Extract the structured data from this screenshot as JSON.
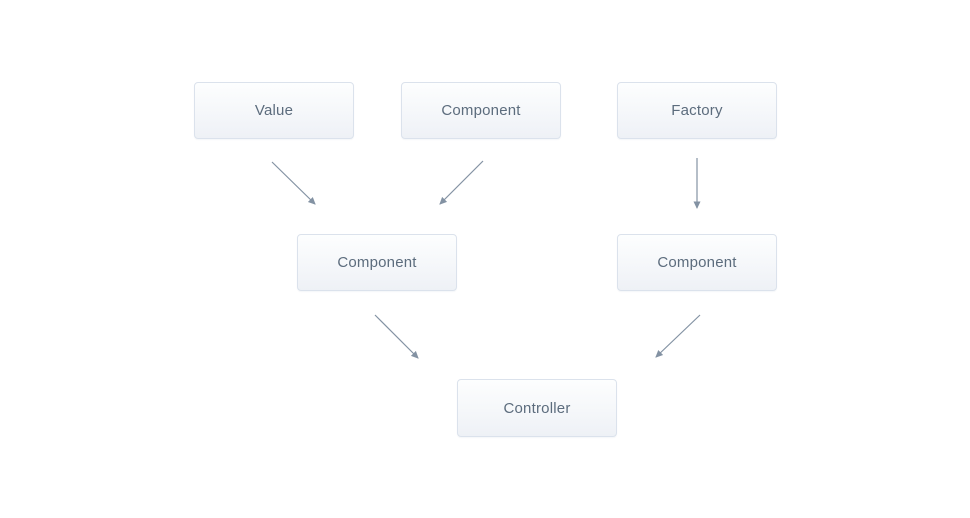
{
  "diagram": {
    "nodes": [
      {
        "id": "value",
        "label": "Value"
      },
      {
        "id": "component-top",
        "label": "Component"
      },
      {
        "id": "factory",
        "label": "Factory"
      },
      {
        "id": "component-left",
        "label": "Component"
      },
      {
        "id": "component-right",
        "label": "Component"
      },
      {
        "id": "controller",
        "label": "Controller"
      }
    ],
    "edges": [
      {
        "from": "value",
        "to": "component-left"
      },
      {
        "from": "component-top",
        "to": "component-left"
      },
      {
        "from": "factory",
        "to": "component-right"
      },
      {
        "from": "component-left",
        "to": "controller"
      },
      {
        "from": "component-right",
        "to": "controller"
      }
    ],
    "colors": {
      "node_background_top": "#fdfefe",
      "node_background_bottom": "#eef1f6",
      "node_border": "#dbe2ec",
      "node_text": "#5c6c7d",
      "arrow": "#8392a3",
      "page_background": "#ffffff"
    }
  }
}
